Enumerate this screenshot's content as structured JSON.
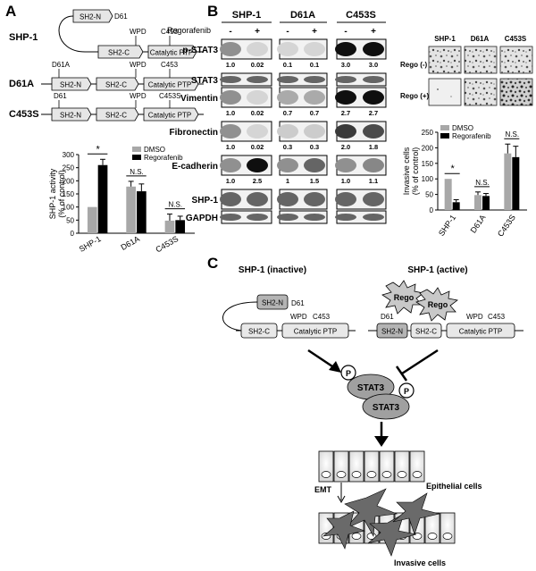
{
  "panels": {
    "a": "A",
    "b": "B",
    "c": "C"
  },
  "panel_a": {
    "constructs": [
      "SHP-1",
      "D61A",
      "C453S"
    ],
    "domains": {
      "sh2n": "SH2-N",
      "sh2c": "SH2-C",
      "ptp": "Catalytic PTP"
    },
    "sites": {
      "d61": "D61",
      "d61a": "D61A",
      "wpd": "WPD",
      "c453": "C453",
      "c453s": "C453S"
    }
  },
  "chart_data": [
    {
      "type": "bar",
      "title": "",
      "categories": [
        "SHP-1",
        "D61A",
        "C453S"
      ],
      "series": [
        {
          "name": "DMSO",
          "values": [
            100,
            178,
            48
          ],
          "errors": [
            0,
            20,
            25
          ],
          "color": "#a8a8a8"
        },
        {
          "name": "Regorafenib",
          "values": [
            260,
            160,
            50
          ],
          "errors": [
            22,
            28,
            15
          ],
          "color": "#000000"
        }
      ],
      "ylabel_line1": "SHP-1 activity",
      "ylabel_line2": "(% of control)",
      "ylim": [
        0,
        300
      ],
      "yticks": [
        0,
        50,
        100,
        150,
        200,
        250,
        300
      ],
      "legend": "top-right",
      "annotations": [
        "*",
        "N.S.",
        "N.S."
      ]
    },
    {
      "type": "bar",
      "title": "",
      "categories": [
        "SHP-1",
        "D61A",
        "C453S"
      ],
      "series": [
        {
          "name": "DMSO",
          "values": [
            100,
            48,
            182
          ],
          "errors": [
            0,
            10,
            30
          ],
          "color": "#a8a8a8"
        },
        {
          "name": "Regorafenib",
          "values": [
            25,
            45,
            170
          ],
          "errors": [
            8,
            8,
            35
          ],
          "color": "#000000"
        }
      ],
      "ylabel_line1": "Invasive cells",
      "ylabel_line2": "(% of control)",
      "ylim": [
        0,
        250
      ],
      "yticks": [
        0,
        50,
        100,
        150,
        200,
        250
      ],
      "legend": "top-left",
      "annotations": [
        "*",
        "N.S.",
        "N.S."
      ]
    }
  ],
  "panel_b": {
    "groups": [
      "SHP-1",
      "D61A",
      "C453S"
    ],
    "regorafenib_label": "Regorafenib",
    "signs": [
      "-",
      "+",
      "-",
      "+",
      "-",
      "+"
    ],
    "blots": [
      {
        "name": "p-STAT3",
        "values": [
          "1.0",
          "0.02",
          "0.1",
          "0.1",
          "3.0",
          "3.0"
        ]
      },
      {
        "name": "STAT3",
        "values": []
      },
      {
        "name": "Vimentin",
        "values": [
          "1.0",
          "0.02",
          "0.7",
          "0.7",
          "2.7",
          "2.7"
        ]
      },
      {
        "name": "Fibronectin",
        "values": [
          "1.0",
          "0.02",
          "0.3",
          "0.3",
          "2.0",
          "1.8"
        ]
      },
      {
        "name": "E-cadherin",
        "values": [
          "1.0",
          "2.5",
          "1",
          "1.5",
          "1.0",
          "1.1"
        ]
      },
      {
        "name": "SHP-1",
        "values": []
      },
      {
        "name": "GAPDH",
        "values": []
      }
    ],
    "invasion_labels": [
      "Rego (-)",
      "Rego (+)"
    ]
  },
  "panel_c": {
    "inactive_title": "SHP-1 (inactive)",
    "active_title": "SHP-1 (active)",
    "rego": "Rego",
    "p": "P",
    "stat3": "STAT3",
    "emt": "EMT",
    "epithelial": "Epithelial cells",
    "invasive": "Invasive cells"
  }
}
